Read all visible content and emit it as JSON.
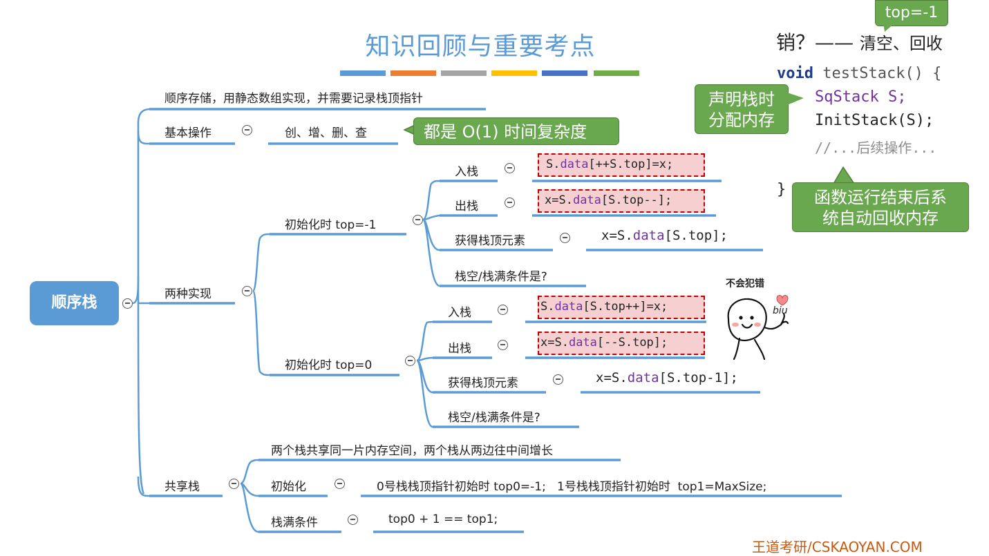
{
  "title": "知识回顾与重要考点",
  "color_bars": [
    "#5b9bd5",
    "#ed7d31",
    "#a5a5a5",
    "#ffc000",
    "#4472c4",
    "#70ad47"
  ],
  "root": "顺序栈",
  "branches": {
    "storage": "顺序存储，用静态数组实现，并需要记录栈顶指针",
    "basic_ops": "基本操作",
    "basic_ops_detail": "创、增、删、查",
    "two_impl": "两种实现",
    "init_minus1": {
      "label": "初始化时 top=-1",
      "push": "入栈",
      "push_code_pre": "S.",
      "push_code_kw": "data",
      "push_code_post": "[++S.top]=x;",
      "pop": "出栈",
      "pop_code_pre": "x=S.",
      "pop_code_kw": "data",
      "pop_code_post": "[S.top--];",
      "get_top": "获得栈顶元素",
      "get_code_pre": "x=S.",
      "get_code_kw": "data",
      "get_code_post": "[S.top];",
      "empty_full": "栈空/栈满条件是?"
    },
    "init_0": {
      "label": "初始化时 top=0",
      "push": "入栈",
      "push_code_pre": "S.",
      "push_code_kw": "data",
      "push_code_post": "[S.top++]=x;",
      "pop": "出栈",
      "pop_code_pre": "x=S.",
      "pop_code_kw": "data",
      "pop_code_post": "[--S.top];",
      "get_top": "获得栈顶元素",
      "get_code_pre": "x=S.",
      "get_code_kw": "data",
      "get_code_post": "[S.top-1];",
      "empty_full": "栈空/栈满条件是?"
    },
    "shared": {
      "label": "共享栈",
      "desc": "两个栈共享同一片内存空间，两个栈从两边往中间增长",
      "init": "初始化",
      "init_detail": "0号栈栈顶指针初始时 top0=-1;   1号栈栈顶指针初始时  top1=MaxSize;",
      "full": "栈满条件",
      "full_detail": "top0 + 1 == top1;"
    }
  },
  "callouts": {
    "complexity": "都是 O(1) 时间复杂度",
    "declare_line1": "声明栈时",
    "declare_line2": "分配内存",
    "auto_line1": "函数运行结束后系",
    "auto_line2": "统自动回收内存",
    "top_tag": "top=-1"
  },
  "right_panel": {
    "destroy_line": "销？——",
    "destroy_detail": "清空、回收",
    "code_kw": "void",
    "code_func": " testStack() {",
    "code_line1": "SqStack S;",
    "code_line2": "InitStack(S);",
    "code_line3": "//...后续操作...",
    "code_end": "}"
  },
  "sticker": {
    "caption": "不会犯错",
    "sound": "biu"
  },
  "footer": "王道考研/CSKAOYAN.COM"
}
